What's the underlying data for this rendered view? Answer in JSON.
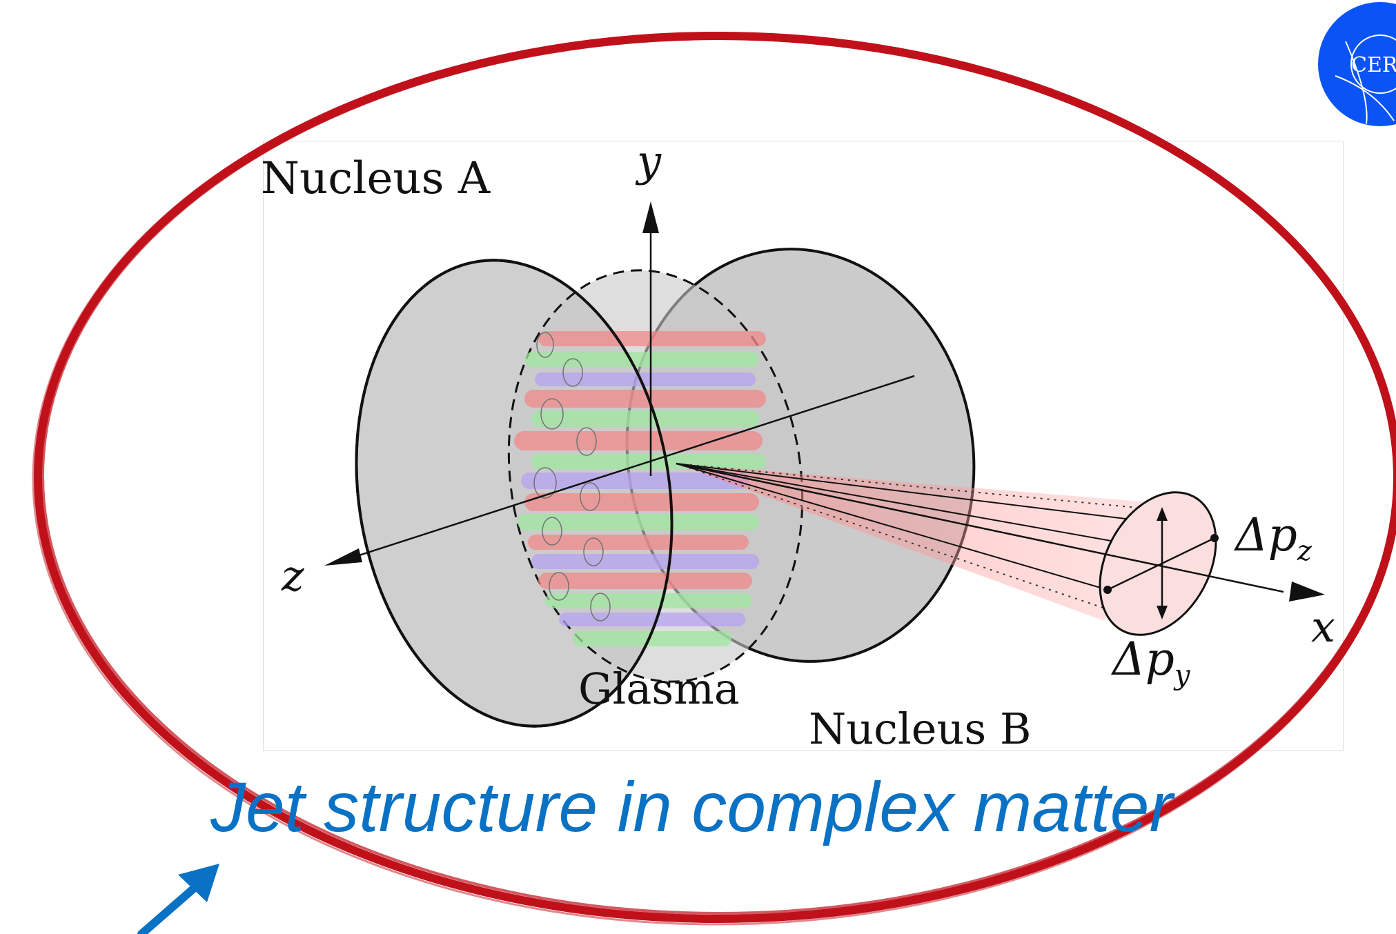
{
  "logo": {
    "text": "CERN",
    "color": "#0a54f5"
  },
  "diagram": {
    "nucleus_a_label": "Nucleus A",
    "nucleus_b_label": "Nucleus B",
    "glasma_label": "Glasma",
    "axis_y_label": "y",
    "axis_z_label": "z",
    "axis_x_label": "x",
    "delta_pz_label": "Δp",
    "delta_pz_sub": "z",
    "delta_py_label": "Δp",
    "delta_py_sub": "y"
  },
  "caption": {
    "text": "Jet structure in complex matter",
    "color": "#0a72c4"
  },
  "annotation": {
    "ellipse_color": "#c0111b",
    "arrow_color": "#0a72c4"
  }
}
